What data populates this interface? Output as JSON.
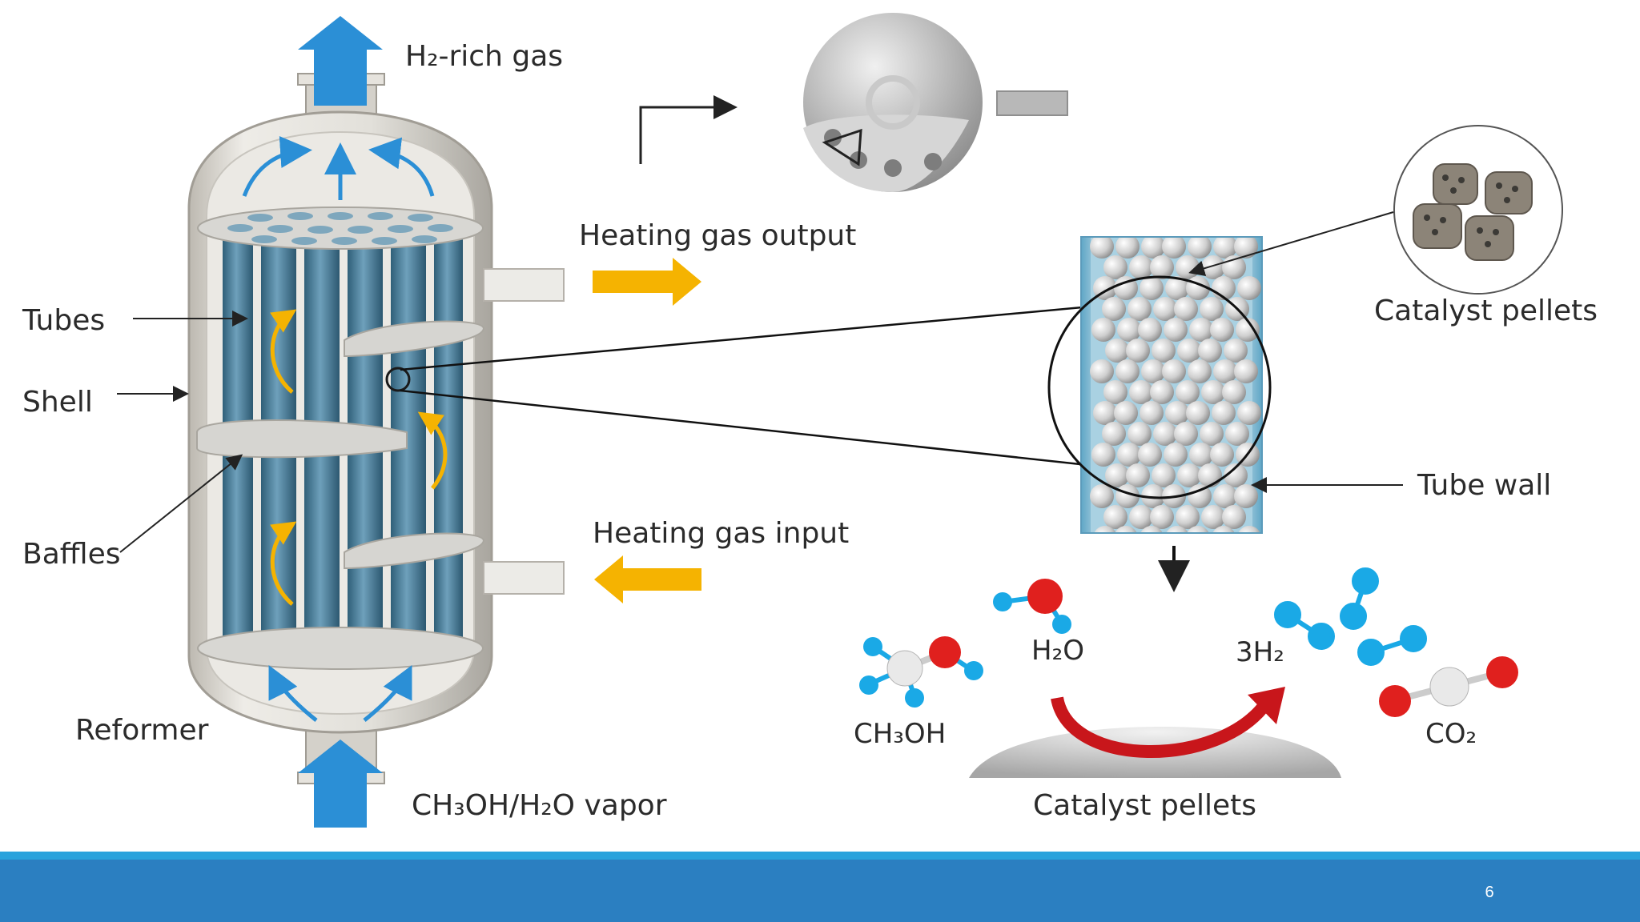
{
  "labels": {
    "h2_rich_gas": "H₂-rich gas",
    "heating_gas_output": "Heating gas output",
    "heating_gas_input": "Heating gas input",
    "tubes": "Tubes",
    "shell": "Shell",
    "baffles": "Baffles",
    "reformer": "Reformer",
    "feed_vapor": "CH₃OH/H₂O vapor",
    "catalyst_pellets_top": "Catalyst pellets",
    "tube_wall": "Tube wall",
    "catalyst_pellets_bottom": "Catalyst pellets"
  },
  "reaction": {
    "methanol": "CH₃OH",
    "water": "H₂O",
    "hydrogen": "3H₂",
    "co2": "CO₂"
  },
  "colors": {
    "flow_blue": "#2b8fd6",
    "heat_arrow": "#f5b301",
    "tube_blue": "#4a7f9b",
    "shell_grey": "#d9d7d2",
    "oxygen_red": "#e0201e",
    "hydrogen_cyan": "#1aa9e6",
    "carbon_white": "#e9e9e9",
    "reaction_arrow": "#c8161b",
    "footer_bar": "#2b7fc1",
    "footer_stripe": "#2aa2dc"
  },
  "footer": {
    "page_number": "6"
  }
}
